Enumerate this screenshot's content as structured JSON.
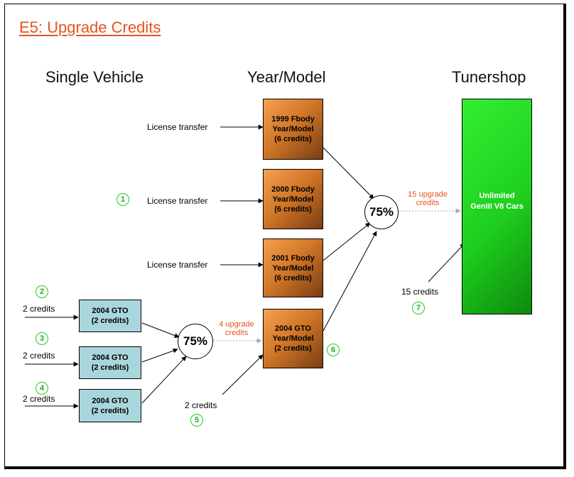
{
  "title": "E5: Upgrade Credits",
  "columns": {
    "single_vehicle": "Single Vehicle",
    "year_model": "Year/Model",
    "tunershop": "Tunershop"
  },
  "license_transfer": "License transfer",
  "year_model_boxes": [
    "1999 Fbody\nYear/Model\n(6 credits)",
    "2000 Fbody\nYear/Model\n(6 credits)",
    "2001 Fbody\nYear/Model\n(6 credits)",
    "2004 GTO\nYear/Model\n(2 credits)"
  ],
  "single_boxes": [
    "2004 GTO\n(2 credits)",
    "2004 GTO\n(2 credits)",
    "2004 GTO\n(2 credits)"
  ],
  "credits_2": "2 credits",
  "credits_15": "15 credits",
  "percent_75": "75%",
  "upgrade_4": "4 upgrade\ncredits",
  "upgrade_15": "15 upgrade\ncredits",
  "tunershop_box": "Unlimited\nGenIII V8 Cars",
  "steps": [
    "1",
    "2",
    "3",
    "4",
    "5",
    "6",
    "7"
  ],
  "colors": {
    "title": "#e4541f",
    "step": "#22cc22",
    "orange": "#d27828",
    "green": "#1fcf1f",
    "teal": "#a9d6dc"
  }
}
